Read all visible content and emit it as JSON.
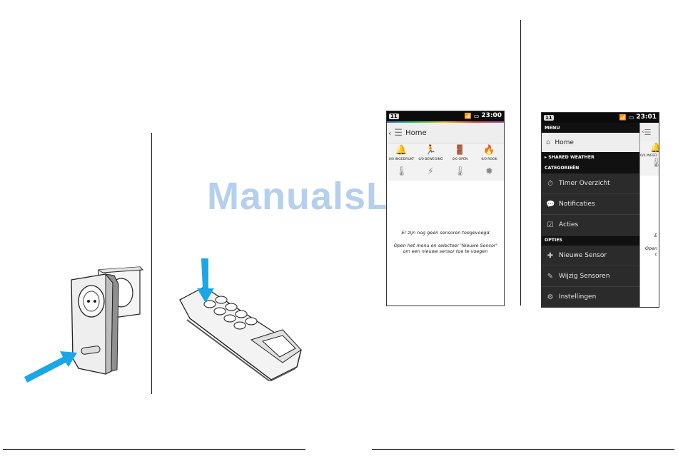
{
  "watermark": "ManualsLib.de",
  "phone1": {
    "status": {
      "badge": "11",
      "time": "23:00"
    },
    "actionbar": {
      "title": "Home"
    },
    "sensors": [
      {
        "icon": "bell-icon",
        "glyph": "🔔",
        "label": "0/0 INGEDRUKT"
      },
      {
        "icon": "running-icon",
        "glyph": "🏃",
        "label": "0/0 BEWEGING"
      },
      {
        "icon": "door-icon",
        "glyph": "🚪",
        "label": "0/0 OPEN"
      },
      {
        "icon": "flame-icon",
        "glyph": "🔥",
        "label": "0/0 ROOK"
      },
      {
        "icon": "thermometer-icon",
        "glyph": "🌡",
        "label": ""
      },
      {
        "icon": "lightning-icon",
        "glyph": "⚡",
        "label": ""
      },
      {
        "icon": "thermometer-icon",
        "glyph": "🌡",
        "label": ""
      },
      {
        "icon": "sun-icon",
        "glyph": "✹",
        "label": ""
      }
    ],
    "empty_line1": "Er zijn nog geen sensoren toegevoegd",
    "empty_line2": "Open het menu en selecteer 'Nieuwe Sensor'",
    "empty_line3": "om een nieuwe sensor toe te voegen"
  },
  "phone2": {
    "status": {
      "badge": "11",
      "time": "23:01"
    },
    "menu_header": "MENU",
    "home_label": "Home",
    "shared_weather": "SHARED WEATHER",
    "categories_header": "CATEGORIEËN",
    "categories": [
      {
        "icon": "stopwatch-icon",
        "glyph": "⏱",
        "label": "Timer Overzicht"
      },
      {
        "icon": "speech-bubble-icon",
        "glyph": "💬",
        "label": "Notificaties"
      },
      {
        "icon": "checkbox-icon",
        "glyph": "☑",
        "label": "Acties"
      }
    ],
    "options_header": "OPTIES",
    "options": [
      {
        "icon": "plus-icon",
        "glyph": "✚",
        "label": "Nieuwe Sensor"
      },
      {
        "icon": "pencil-icon",
        "glyph": "✎",
        "label": "Wijzig Sensoren"
      },
      {
        "icon": "gears-icon",
        "glyph": "⚙",
        "label": "Instellingen"
      }
    ],
    "peek_label1": "0/0 INGED",
    "peek_text1": "E",
    "peek_text2": "Open",
    "peek_text3": "c"
  },
  "colors": {
    "arrow": "#1aa7e8",
    "menu_bg": "#2b2b2b",
    "menu_header_bg": "#111111"
  }
}
